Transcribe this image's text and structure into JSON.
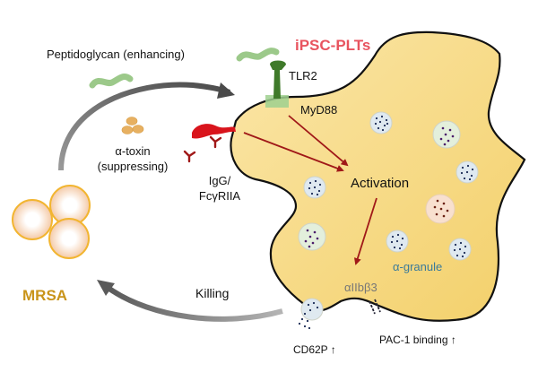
{
  "title": "iPSC-PLTs",
  "labels": {
    "peptidoglycan": "Peptidoglycan (enhancing)",
    "alpha_toxin_line1": "α-toxin",
    "alpha_toxin_line2": "(suppressing)",
    "tlr2": "TLR2",
    "myd88": "MyD88",
    "igg_line1": "IgG/",
    "igg_line2": "FcγRIIA",
    "activation": "Activation",
    "alpha_granule": "α-granule",
    "integrin": "αIIbβ3",
    "mrsa": "MRSA",
    "killing": "Killing",
    "cd62p": "CD62P ↑",
    "pac1": "PAC-1 binding ↑"
  },
  "colors": {
    "title": "#e8545f",
    "mrsa": "#c9941a",
    "platelet_fill": "#f7dc8c",
    "platelet_outline": "#111111",
    "pathway_arrow": "#a01818",
    "alpha_granule_label": "#3a7a9a",
    "integrin_label": "#777777",
    "tlr2": "#3f7a2a",
    "peptidoglycan": "#9cc98a",
    "igg": "#c0141c",
    "flow_arrow": "#6b6b6b",
    "mrsa_cell_border": "#f2b530",
    "toxin": "#e7b061"
  }
}
